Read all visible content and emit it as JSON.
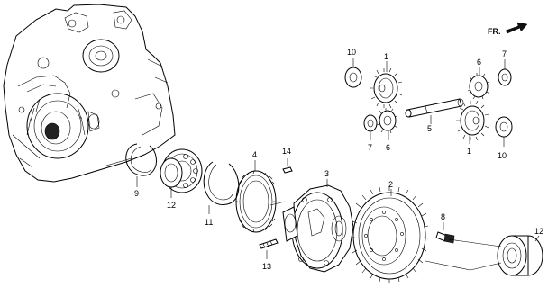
{
  "direction_label": "FR.",
  "callouts": {
    "p1a": "1",
    "p1b": "1",
    "p2": "2",
    "p3": "3",
    "p4": "4",
    "p5": "5",
    "p6a": "6",
    "p6b": "6",
    "p7a": "7",
    "p7b": "7",
    "p8": "8",
    "p9": "9",
    "p10a": "10",
    "p10b": "10",
    "p11": "11",
    "p12a": "12",
    "p12b": "12",
    "p13": "13",
    "p14": "14"
  }
}
